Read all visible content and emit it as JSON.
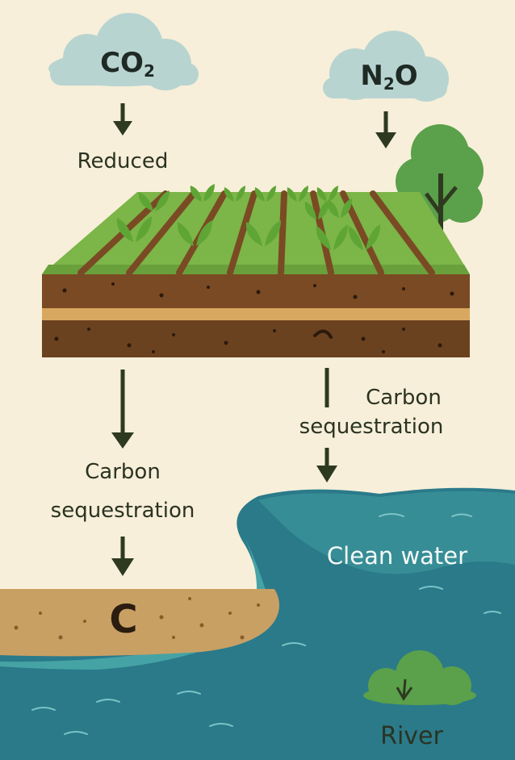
{
  "clouds": {
    "co2": {
      "formula": "CO",
      "subscript": "2"
    },
    "n2o": {
      "formula_a": "N",
      "subscript": "2",
      "formula_b": "O"
    }
  },
  "labels": {
    "reduced": "Reduced",
    "sequestration_left_1": "Carbon",
    "sequestration_left_2": "sequestration",
    "sequestration_right_1": "Carbon",
    "sequestration_right_2": "sequestration",
    "clean_water": "Clean water",
    "carbon_symbol": "C",
    "river": "River"
  },
  "colors": {
    "background": "#f7efd9",
    "cloud": "#b8d4d1",
    "grass": "#7cb548",
    "soil": "#7a4a24",
    "sand": "#c9a064",
    "water": "#2a7a8a",
    "water_light": "#46a3a5",
    "arrow": "#2e3a20"
  }
}
